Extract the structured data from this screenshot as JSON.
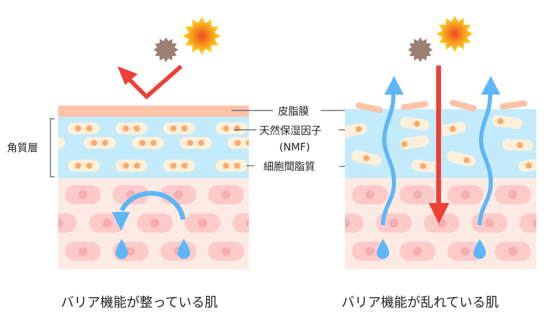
{
  "labels": {
    "sebum": "皮脂膜",
    "nmf": "天然保湿因子",
    "nmf_abbr": "(NMF)",
    "intercellular_lipid": "細胞間脂質",
    "stratum_corneum": "角質層"
  },
  "captions": {
    "healthy": "バリア機能が整っている肌",
    "damaged": "バリア機能が乱れている肌"
  },
  "colors": {
    "sebum": "#FDC3A8",
    "stratum": "#C4EBFB",
    "corneocyte": "#FEF0DA",
    "nmf_dot": "#FBAA6E",
    "dermis": "#FDEBE3",
    "cell": "#FDCACA",
    "nucleus": "#F5AEB2",
    "water": "#5DB7F8",
    "uv_arrow": "#EE4036",
    "dust": "#9C8075",
    "sun_core": "#EE5A25",
    "sun_edge": "#FFE119"
  }
}
